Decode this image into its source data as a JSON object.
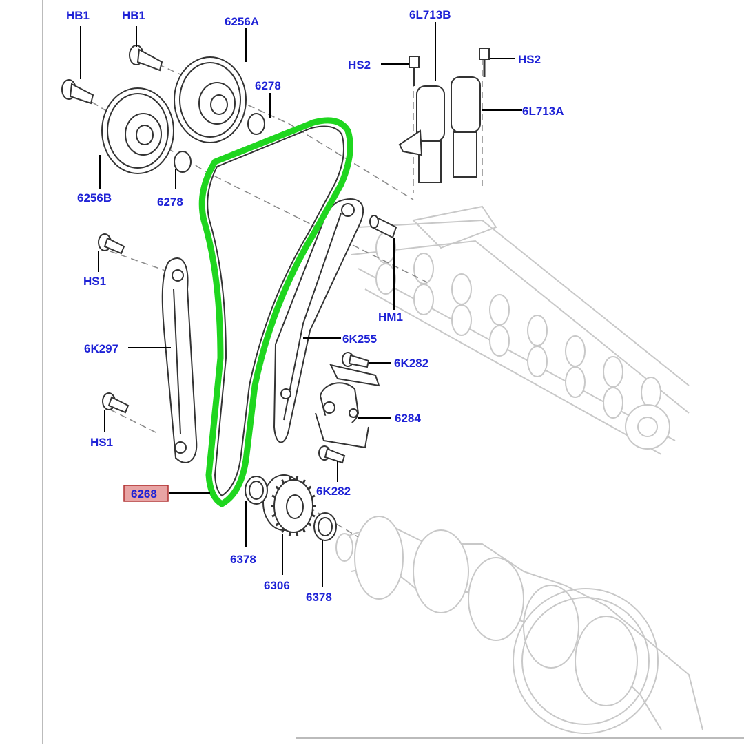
{
  "labels": {
    "hb1_left": "HB1",
    "hb1_right": "HB1",
    "p6256a": "6256A",
    "p6256b": "6256B",
    "p6278_top": "6278",
    "p6278_bottom": "6278",
    "p6l713b": "6L713B",
    "p6l713a": "6L713A",
    "hs2_left": "HS2",
    "hs2_right": "HS2",
    "hs1_top": "HS1",
    "hs1_bottom": "HS1",
    "hm1": "HM1",
    "p6k297": "6K297",
    "p6k255": "6K255",
    "p6k282_top": "6K282",
    "p6k282_bottom": "6K282",
    "p6284": "6284",
    "p6268": "6268",
    "p6378_left": "6378",
    "p6378_right": "6378",
    "p6306": "6306"
  },
  "colors": {
    "label_text": "#1e22d6",
    "chain_highlight": "#1fd61f",
    "selected_label_bg": "#e8a4a4",
    "selected_label_border": "#b03030"
  }
}
